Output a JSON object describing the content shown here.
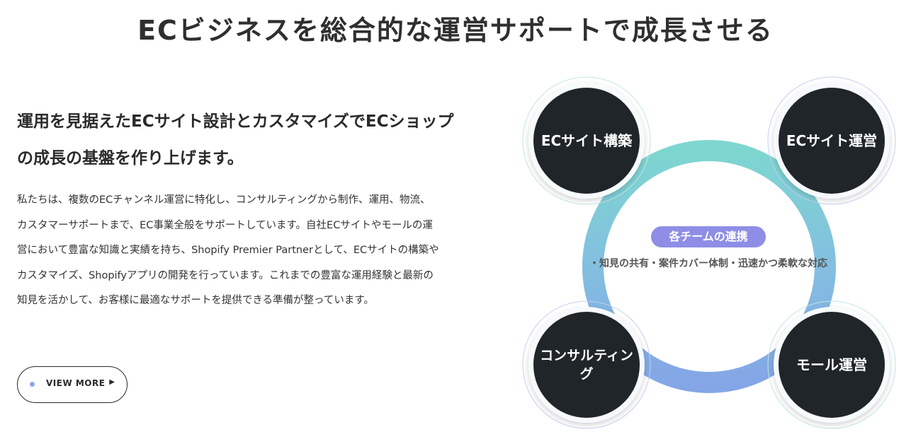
{
  "header": {
    "title": "ECビジネスを総合的な運営サポートで成長させる"
  },
  "intro": {
    "lead": "運用を見据えたECサイト設計とカスタマイズでECショップの成長の基盤を作り上げます。",
    "body": "私たちは、複数のECチャンネル運営に特化し、コンサルティングから制作、運用、物流、カスタマーサポートまで、EC事業全般をサポートしています。自社ECサイトやモールの運営において豊富な知識と実績を持ち、Shopify Premier Partnerとして、ECサイトの構築やカスタマイズ、Shopifyアプリの開発を行っています。これまでの豊富な運用経験と最新の知見を活かして、お客様に最適なサポートを提供できる準備が整っています。"
  },
  "view_more": {
    "label": "VIEW MORE",
    "arrow_icon": "play-triangle-icon"
  },
  "diagram": {
    "nodes": {
      "top_left": "ECサイト構築",
      "top_right": "ECサイト運営",
      "bottom_left": "コンサルティング",
      "bottom_right": "モール運営"
    },
    "center_badge": "各チームの連携",
    "center_sub": "・知見の共有・案件カバー体制・迅速かつ柔軟な対応"
  },
  "colors": {
    "node_fill": "#1f2529",
    "ring_teal": "#7ed6d0",
    "ring_blue": "#84a6e6",
    "badge": "#8e8ee6",
    "dot": "#8aa7e8"
  }
}
